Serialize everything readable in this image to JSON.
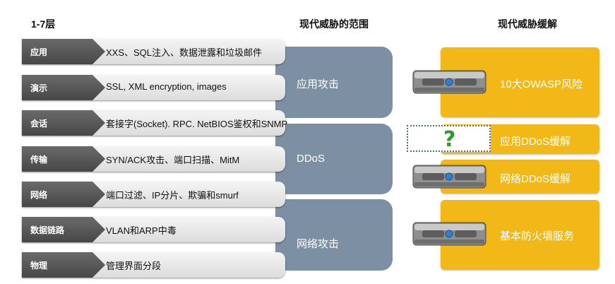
{
  "headers": {
    "layers": "1-7层",
    "threat_scope": "现代威胁的范围",
    "mitigation": "现代威胁缓解"
  },
  "layers": [
    {
      "name": "应用",
      "examples": "XXS、SQL注入、数据泄露和垃圾邮件"
    },
    {
      "name": "演示",
      "examples": "SSL, XML encryption, images"
    },
    {
      "name": "会话",
      "examples": "套接字(Socket). RPC. NetBIOS鉴权和SNMP"
    },
    {
      "name": "传输",
      "examples": "SYN/ACK攻击、端口扫描、MitM"
    },
    {
      "name": "网络",
      "examples": "端口过滤、IP分片、欺骗和smurf"
    },
    {
      "name": "数据链路",
      "examples": "VLAN和ARP中毒"
    },
    {
      "name": "物理",
      "examples": "管理界面分段"
    }
  ],
  "threat_groups": [
    {
      "label": "应用攻击"
    },
    {
      "label": "DDoS"
    },
    {
      "label": "网络攻击"
    }
  ],
  "mitigations": [
    {
      "label": "10大OWASP风险",
      "icon": "server-appliance-icon"
    },
    {
      "label": "应用DDoS缓解",
      "icon": "question-mark-icon",
      "marker": "?"
    },
    {
      "label": "网络DDoS缓解",
      "icon": "server-appliance-icon"
    },
    {
      "label": "基本防火墙服务",
      "icon": "server-appliance-icon"
    }
  ],
  "colors": {
    "tab_dark": "#555555",
    "threat_group": "#7c8fa3",
    "mitigation": "#f2b818",
    "question_mark": "#2e9a2e"
  }
}
